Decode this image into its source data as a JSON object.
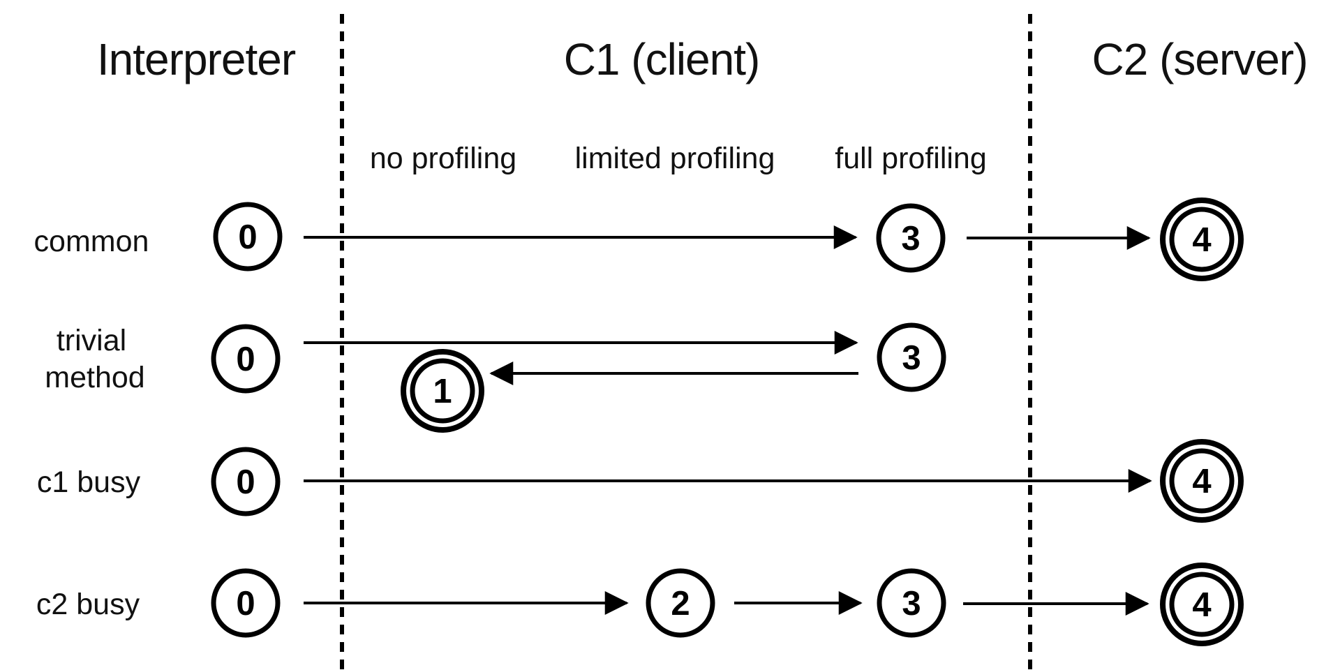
{
  "colors": {
    "ink": "#000000",
    "background": "#ffffff"
  },
  "columns": {
    "interpreter": {
      "label": "Interpreter"
    },
    "c1": {
      "label": "C1 (client)",
      "phases": [
        "no profiling",
        "limited profiling",
        "full profiling"
      ]
    },
    "c2": {
      "label": "C2 (server)"
    }
  },
  "rows": [
    {
      "id": "common",
      "label_lines": [
        "common"
      ],
      "nodes": [
        {
          "value": "0",
          "final": false,
          "column": "interpreter"
        },
        {
          "value": "3",
          "final": false,
          "column": "c1-full-profiling"
        },
        {
          "value": "4",
          "final": true,
          "column": "c2"
        }
      ],
      "edges": [
        {
          "from": "0",
          "to": "3"
        },
        {
          "from": "3",
          "to": "4"
        }
      ]
    },
    {
      "id": "trivial-method",
      "label_lines": [
        "trivial",
        "method"
      ],
      "nodes": [
        {
          "value": "0",
          "final": false,
          "column": "interpreter"
        },
        {
          "value": "3",
          "final": false,
          "column": "c1-full-profiling"
        },
        {
          "value": "1",
          "final": true,
          "column": "c1-no-profiling"
        }
      ],
      "edges": [
        {
          "from": "0",
          "to": "3"
        },
        {
          "from": "3",
          "to": "1"
        }
      ]
    },
    {
      "id": "c1-busy",
      "label_lines": [
        "c1 busy"
      ],
      "nodes": [
        {
          "value": "0",
          "final": false,
          "column": "interpreter"
        },
        {
          "value": "4",
          "final": true,
          "column": "c2"
        }
      ],
      "edges": [
        {
          "from": "0",
          "to": "4"
        }
      ]
    },
    {
      "id": "c2-busy",
      "label_lines": [
        "c2 busy"
      ],
      "nodes": [
        {
          "value": "0",
          "final": false,
          "column": "interpreter"
        },
        {
          "value": "2",
          "final": false,
          "column": "c1-limited-profiling"
        },
        {
          "value": "3",
          "final": false,
          "column": "c1-full-profiling"
        },
        {
          "value": "4",
          "final": true,
          "column": "c2"
        }
      ],
      "edges": [
        {
          "from": "0",
          "to": "2"
        },
        {
          "from": "2",
          "to": "3"
        },
        {
          "from": "3",
          "to": "4"
        }
      ]
    }
  ]
}
